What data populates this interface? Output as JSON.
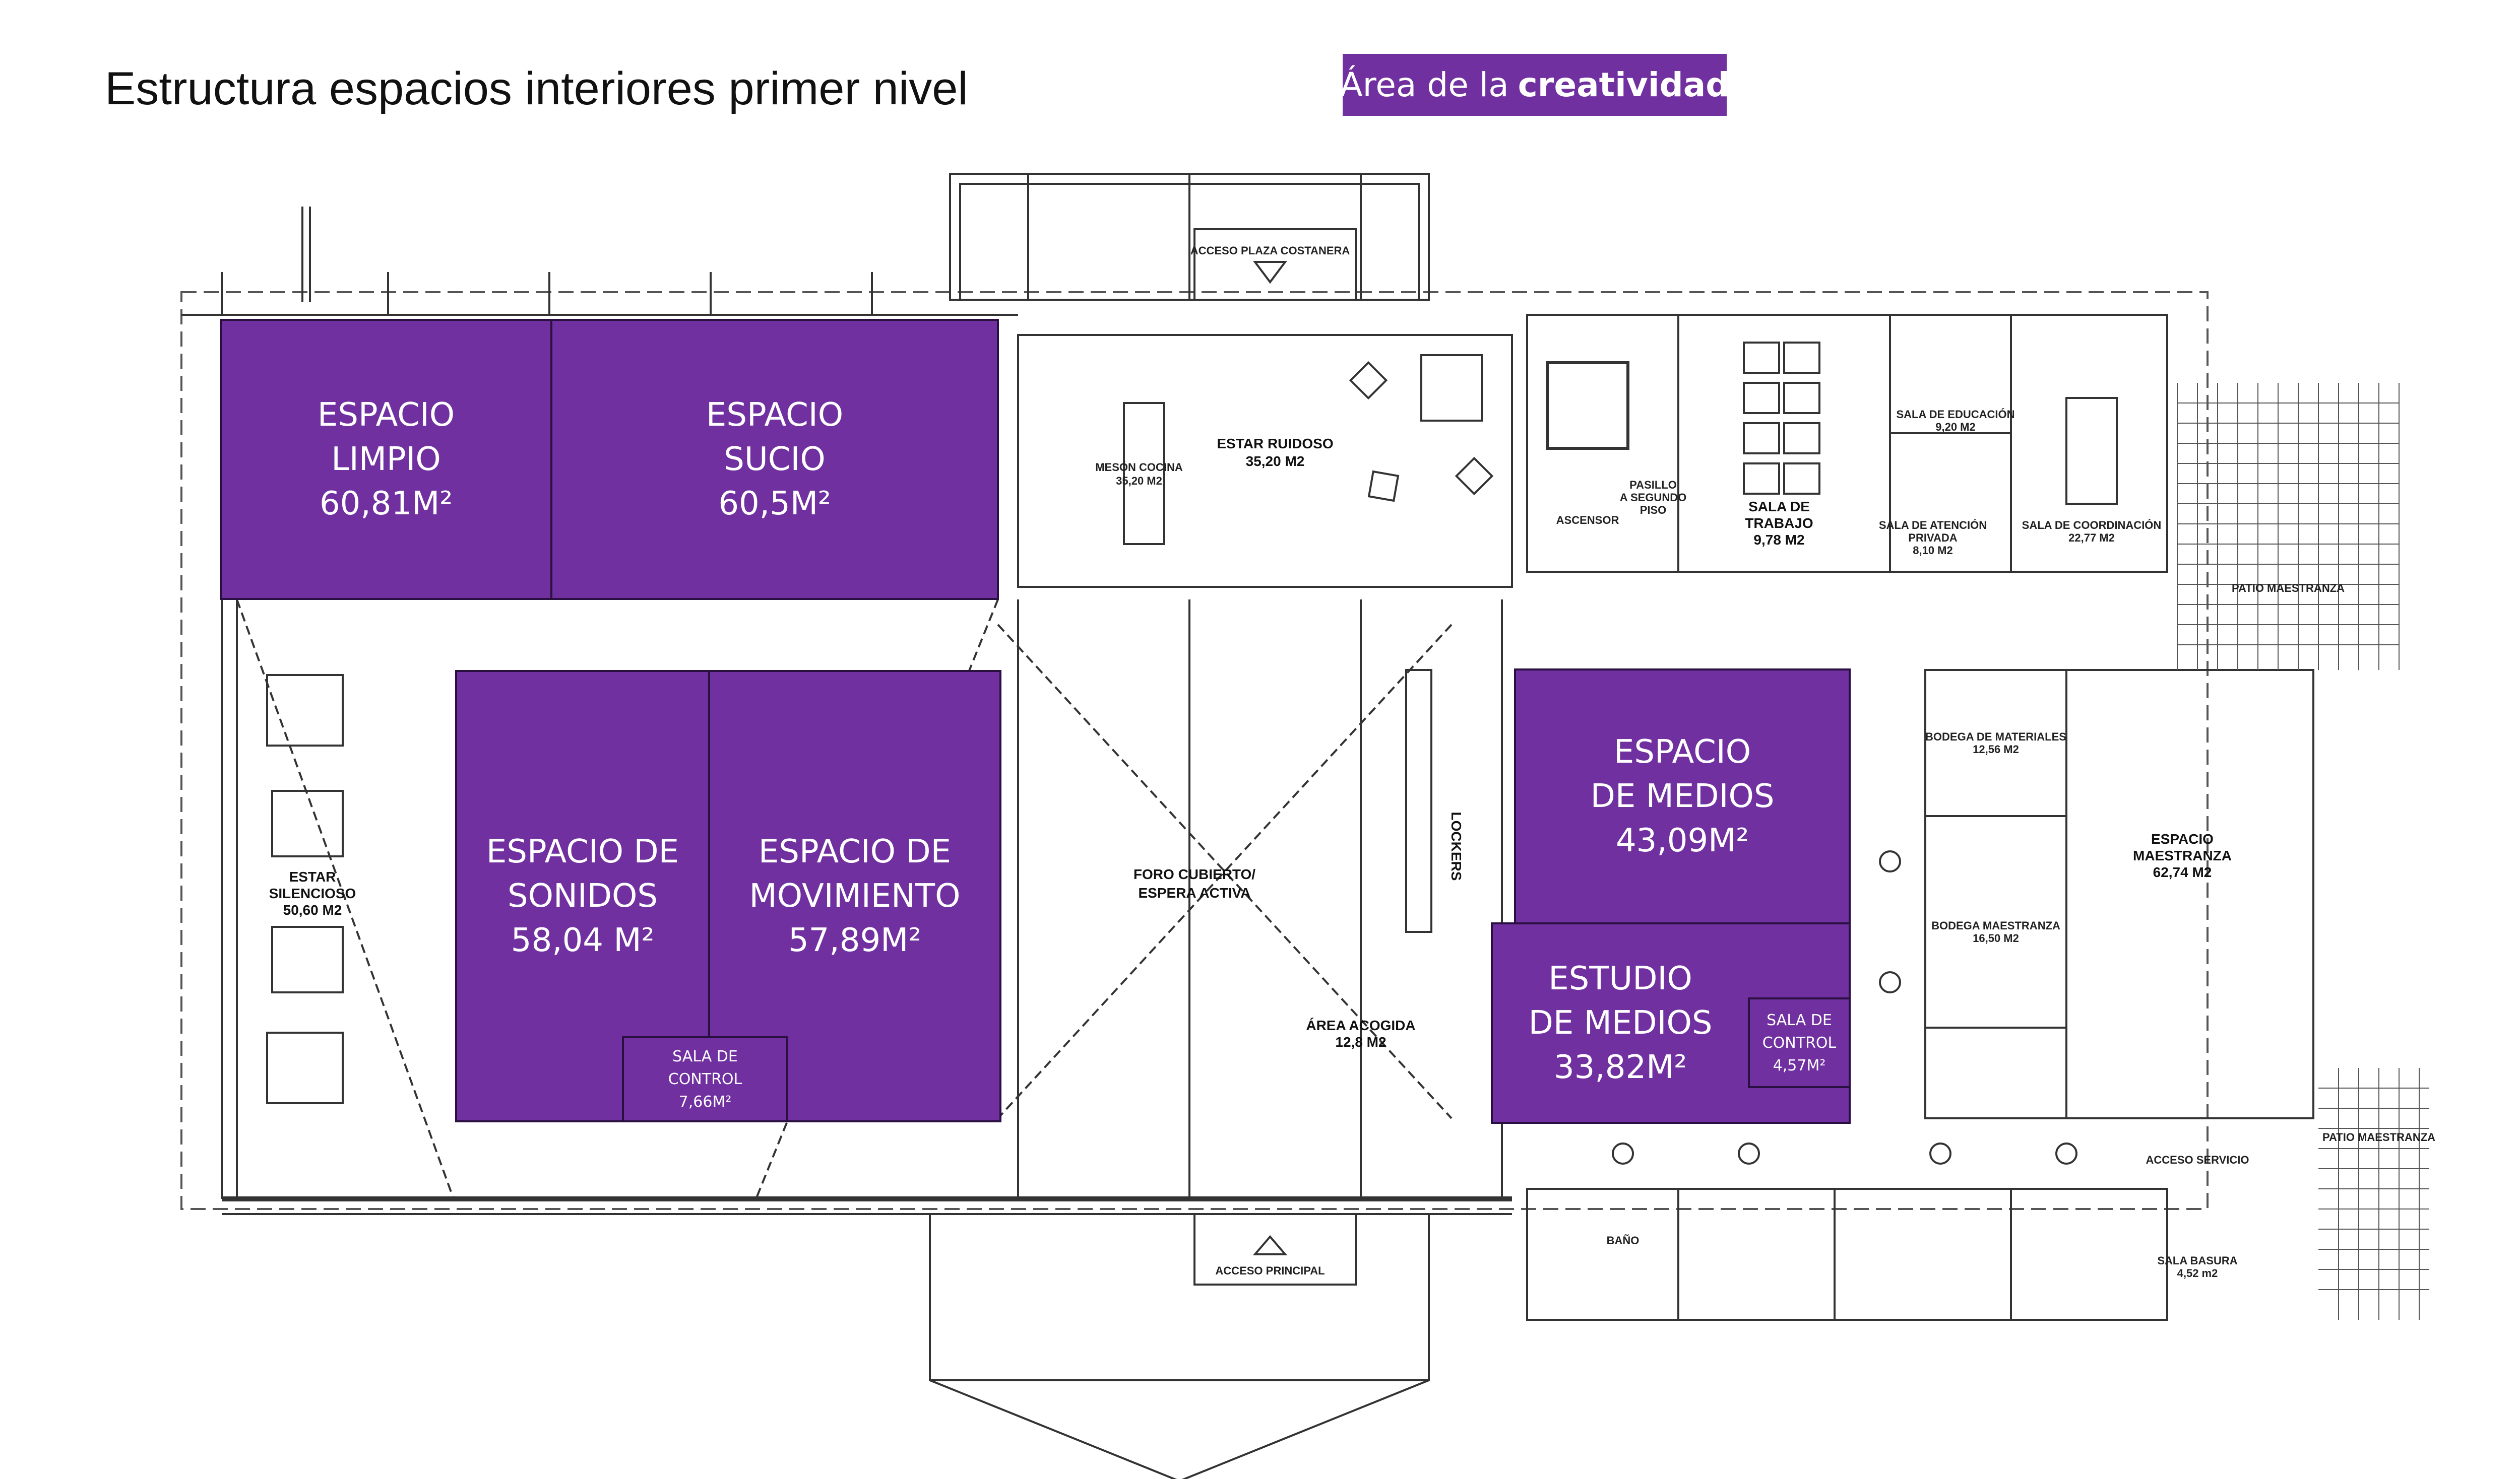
{
  "title": "Estructura espacios interiores primer nivel",
  "badge": {
    "prefix": "Área de la",
    "bold": "creatividad",
    "color": "#7030a0"
  },
  "rooms": {
    "limpio": {
      "l1": "ESPACIO",
      "l2": "LIMPIO",
      "l3": "60,81M²"
    },
    "sucio": {
      "l1": "ESPACIO",
      "l2": "SUCIO",
      "l3": "60,5M²"
    },
    "sonidos": {
      "l1": "ESPACIO DE",
      "l2": "SONIDOS",
      "l3": "58,04 M²"
    },
    "movimiento": {
      "l1": "ESPACIO DE",
      "l2": "MOVIMIENTO",
      "l3": "57,89M²"
    },
    "control1": {
      "l1": "SALA DE",
      "l2": "CONTROL",
      "l3": "7,66M²"
    },
    "medios": {
      "l1": "ESPACIO",
      "l2": "DE MEDIOS",
      "l3": "43,09M²"
    },
    "estudio": {
      "l1": "ESTUDIO",
      "l2": "DE MEDIOS",
      "l3": "33,82M²"
    },
    "control2": {
      "l1": "SALA DE",
      "l2": "CONTROL",
      "l3": "4,57M²"
    }
  },
  "plan_labels": {
    "acceso_plaza": "ACCESO PLAZA COSTANERA",
    "estar_ruidoso": "ESTAR RUIDOSO",
    "estar_ruidoso_area": "35,20 M2",
    "meson": "MESÓN COCINA",
    "meson_area": "35,20 M2",
    "pasillo": "PASILLO",
    "pasillo2": "A SEGUNDO",
    "pasillo3": "PISO",
    "ascensor": "ASCENSOR",
    "sala_trabajo": "SALA DE",
    "sala_trabajo2": "TRABAJO",
    "sala_trabajo_area": "9,78 M2",
    "sala_educacion": "SALA DE EDUCACIÓN",
    "sala_educacion_area": "9,20 M2",
    "sala_atencion": "SALA DE ATENCIÓN",
    "sala_atencion2": "PRIVADA",
    "sala_atencion_area": "8,10 M2",
    "sala_coordinacion": "SALA DE COORDINACIÓN",
    "sala_coordinacion_area": "22,77 M2",
    "patio_maestranza": "PATIO MAESTRANZA",
    "foro": "FORO CUBIERTO/",
    "foro2": "ESPERA ACTIVA",
    "lockers": "LOCKERS",
    "area_acogida": "ÁREA ACOGIDA",
    "area_acogida_area": "12,8 M2",
    "estar_silencioso": "ESTAR",
    "estar_silencioso2": "SILENCIOSO",
    "estar_silencioso_area": "50,60 M2",
    "bodega_materiales": "BODEGA DE MATERIALES",
    "bodega_materiales_area": "12,56 M2",
    "espacio_maestranza": "ESPACIO",
    "espacio_maestranza2": "MAESTRANZA",
    "espacio_maestranza_area": "62,74 M2",
    "bodega_maestranza": "BODEGA MAESTRANZA",
    "bodega_maestranza_area": "16,50 M2",
    "acceso_principal": "ACCESO PRINCIPAL",
    "sala_basura": "SALA BASURA",
    "sala_basura_area": "4,52 m2",
    "patio_maestranza2": "PATIO MAESTRANZA",
    "bano": "BAÑO",
    "acceso_servicio": "ACCESO SERVICIO"
  }
}
